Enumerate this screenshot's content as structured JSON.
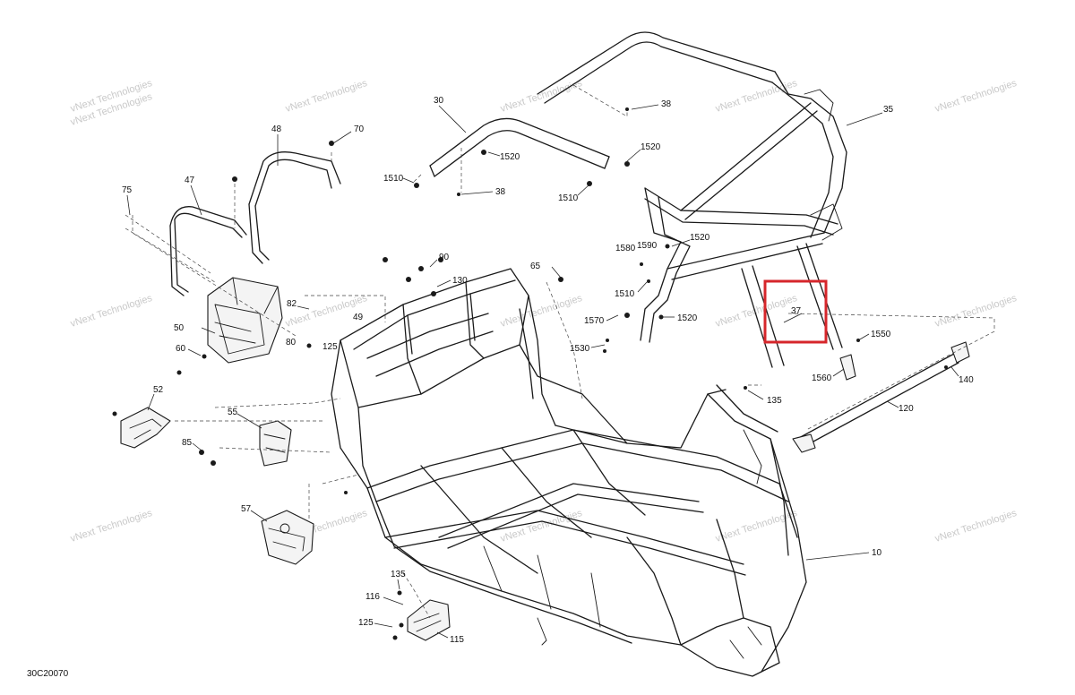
{
  "diagram": {
    "reference": "30C20070",
    "watermark": "vNext Technologies",
    "highlight_color": "#d6262b",
    "highlighted_part": "37",
    "callouts": [
      "30",
      "35",
      "38",
      "38",
      "48",
      "47",
      "70",
      "75",
      "1520",
      "1510",
      "1520",
      "1510",
      "1580",
      "1590",
      "1520",
      "1510",
      "1570",
      "1520",
      "1530",
      "90",
      "130",
      "65",
      "82",
      "49",
      "80",
      "125",
      "50",
      "60",
      "52",
      "55",
      "85",
      "57",
      "37",
      "1550",
      "1560",
      "135",
      "120",
      "140",
      "10",
      "135",
      "116",
      "125",
      "115"
    ]
  }
}
